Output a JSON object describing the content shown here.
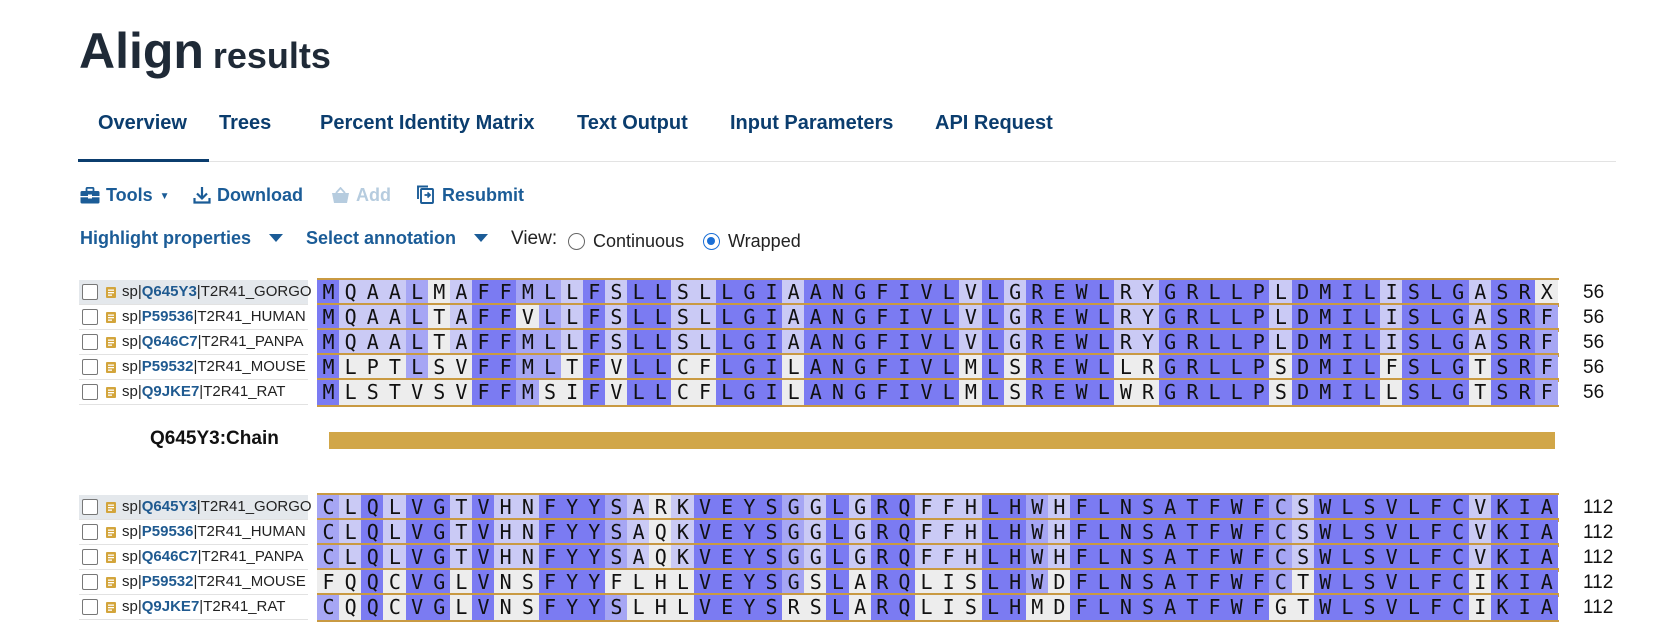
{
  "page": {
    "title_main": "Align",
    "title_sub": "results"
  },
  "tabs": [
    {
      "label": "Overview",
      "active": true
    },
    {
      "label": "Trees",
      "active": false
    },
    {
      "label": "Percent Identity Matrix",
      "active": false
    },
    {
      "label": "Text Output",
      "active": false
    },
    {
      "label": "Input Parameters",
      "active": false
    },
    {
      "label": "API Request",
      "active": false
    }
  ],
  "toolbar": {
    "tools_label": "Tools",
    "download_label": "Download",
    "add_label": "Add",
    "resubmit_label": "Resubmit"
  },
  "options": {
    "highlight_label": "Highlight properties",
    "annotation_label": "Select annotation",
    "view_label": "View:",
    "continuous_label": "Continuous",
    "wrapped_label": "Wrapped",
    "selected_view": "Wrapped"
  },
  "colors": {
    "identity_100": "#7b7bf2",
    "identity_80": "#a6a6f4",
    "identity_60": "#cacaf5",
    "identity_low": "#ededed",
    "annotation_bar": "#d1a648",
    "link": "#1b5c97"
  },
  "blocks": [
    {
      "end": "56",
      "rows": [
        {
          "prefix": "sp|",
          "accession": "Q645Y3",
          "entry": "|T2R41_GORGO",
          "sequence": "MQAALMAFFMLLFSLLSLLGIAANGFIVLVLGREWLRYGRLLPLDMILISLGASRX"
        },
        {
          "prefix": "sp|",
          "accession": "P59536",
          "entry": "|T2R41_HUMAN",
          "sequence": "MQAALTAFFVLLFSLLSLLGIAANGFIVLVLGREWLRYGRLLPLDMILISLGASRF"
        },
        {
          "prefix": "sp|",
          "accession": "Q646C7",
          "entry": "|T2R41_PANPA",
          "sequence": "MQAALTAFFMLLFSLLSLLGIAANGFIVLVLGREWLRYGRLLPLDMILISLGASRF"
        },
        {
          "prefix": "sp|",
          "accession": "P59532",
          "entry": "|T2R41_MOUSE",
          "sequence": "MLPTLSVFFMLTFVLLCFLGILANGFIVLMLSREWLLRGRLLPSDMILFSLGTSRF"
        },
        {
          "prefix": "sp|",
          "accession": "Q9JKE7",
          "entry": "|T2R41_RAT",
          "sequence": "MLSTVSVFFMSIFVLLCFLGILANGFIVLMLSREWLWRGRLLPSDMILLSLGTSRF"
        }
      ],
      "annotation": {
        "label": "Q645Y3:Chain"
      }
    },
    {
      "end": "112",
      "rows": [
        {
          "prefix": "sp|",
          "accession": "Q645Y3",
          "entry": "|T2R41_GORGO",
          "sequence": "CLQLVGTVHNFYYSARKVEYSGGLGRQFFHLHWHFLNSATFWFCSWLSVLFCVKIA"
        },
        {
          "prefix": "sp|",
          "accession": "P59536",
          "entry": "|T2R41_HUMAN",
          "sequence": "CLQLVGTVHNFYYSAQKVEYSGGLGRQFFHLHWHFLNSATFWFCSWLSVLFCVKIA"
        },
        {
          "prefix": "sp|",
          "accession": "Q646C7",
          "entry": "|T2R41_PANPA",
          "sequence": "CLQLVGTVHNFYYSAQKVEYSGGLGRQFFHLHWHFLNSATFWFCSWLSVLFCVKIA"
        },
        {
          "prefix": "sp|",
          "accession": "P59532",
          "entry": "|T2R41_MOUSE",
          "sequence": "FQQCVGLVNSFYYFLHLVEYSGSLARQLISLHWDFLNSATFWFCTWLSVLFCIKIA"
        },
        {
          "prefix": "sp|",
          "accession": "Q9JKE7",
          "entry": "|T2R41_RAT",
          "sequence": "CQQCVGLVNSFYYSLHLVEYSRSLARQLISLHMDFLNSATFWFGTWLSVLFCIKIA"
        }
      ]
    }
  ]
}
